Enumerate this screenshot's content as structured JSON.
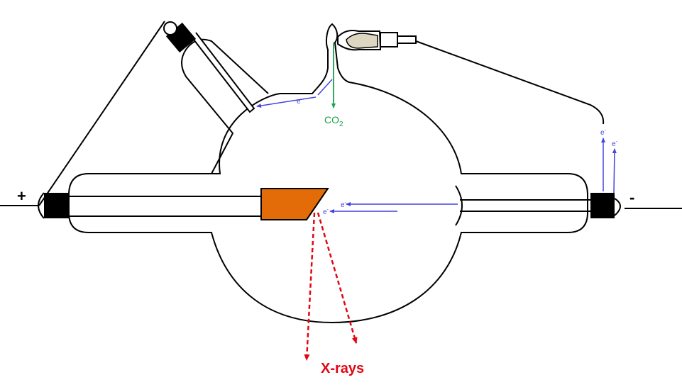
{
  "labels": {
    "positive": "+",
    "negative": "-",
    "electron": "e",
    "electron_charge": "-",
    "co2_prefix": "CO",
    "co2_subscript": "2",
    "xrays": "X-rays"
  },
  "colors": {
    "line": "#000000",
    "electron": "#4444dd",
    "co2": "#1aa34a",
    "xray": "#e30613",
    "anode": "#e36c09",
    "electrode": "#000000",
    "crystal": "#ddd6c0"
  }
}
